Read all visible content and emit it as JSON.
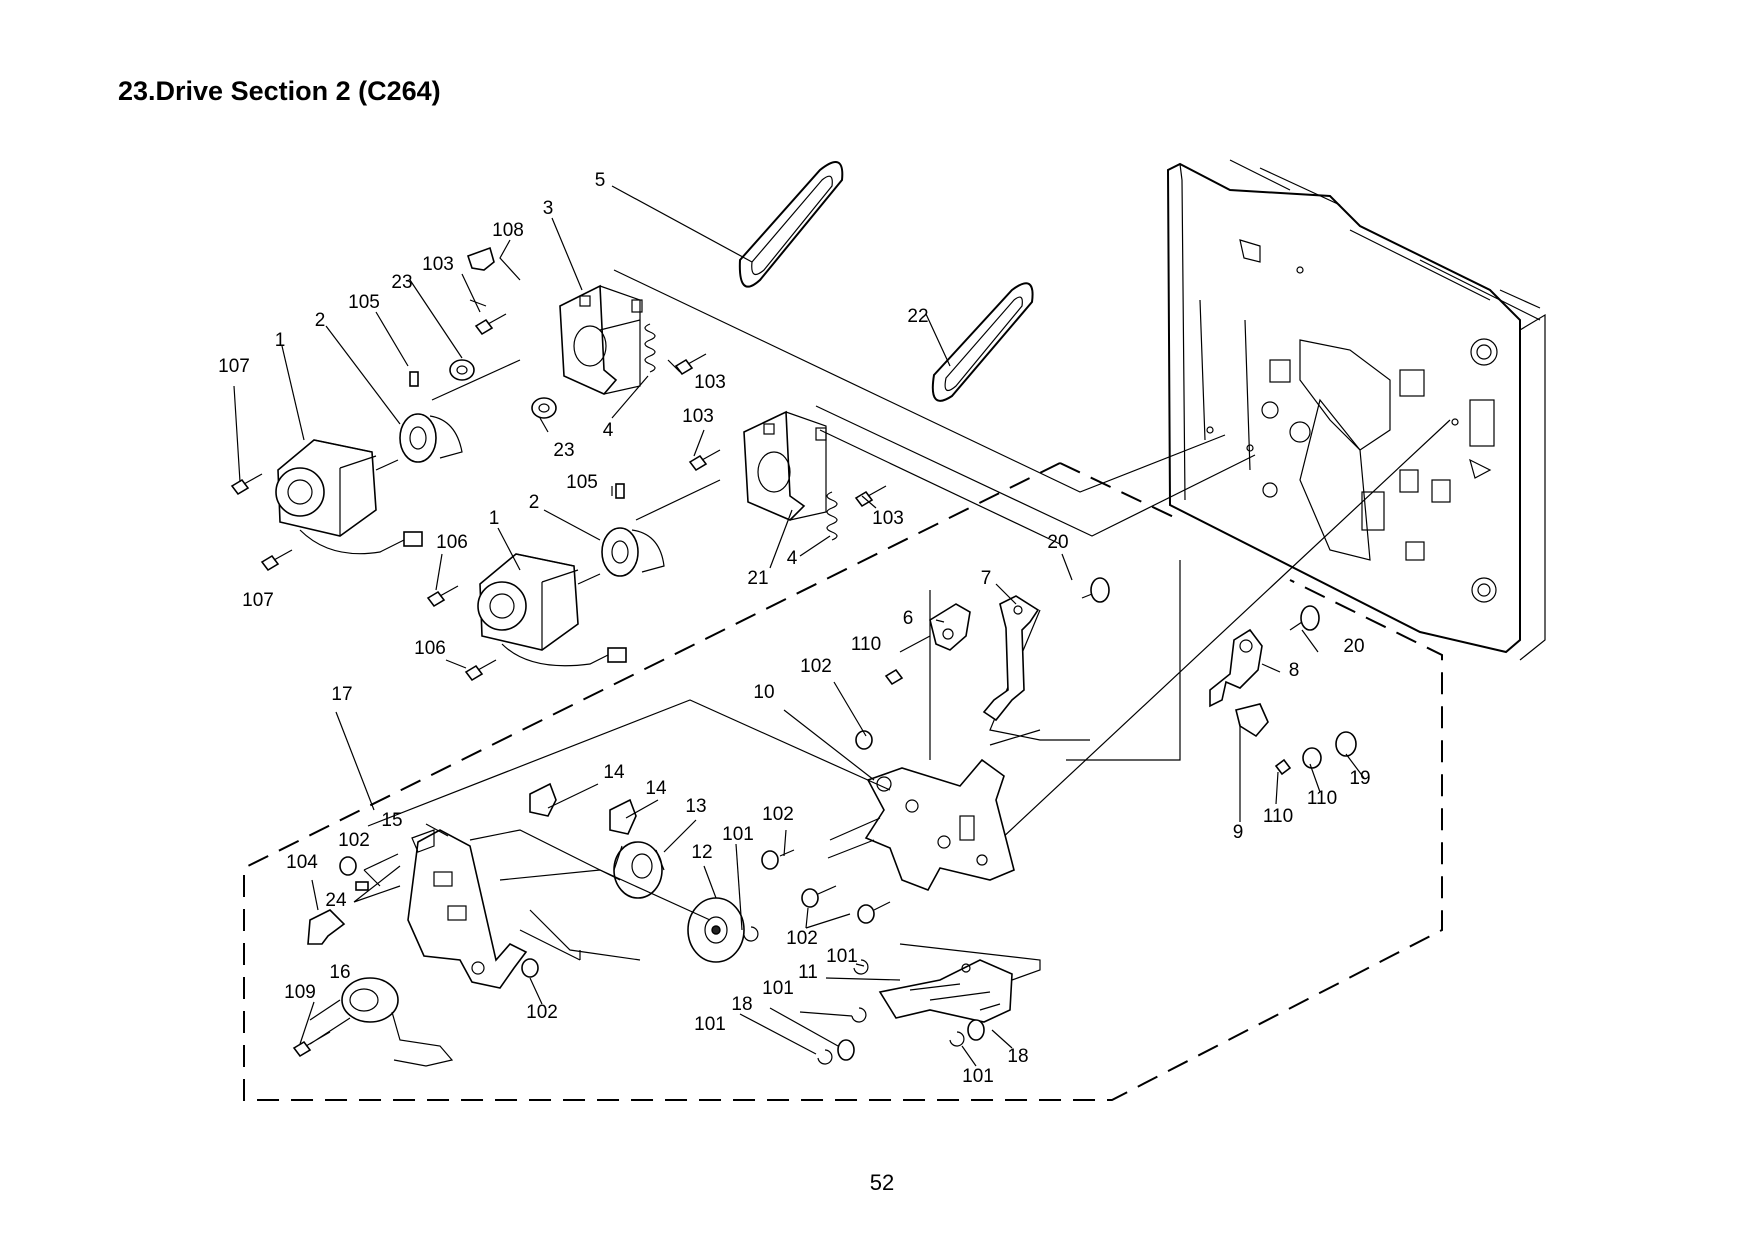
{
  "page": {
    "title": "23.Drive Section 2 (C264)",
    "page_number": "52"
  },
  "callouts": [
    {
      "id": "c5",
      "text": "5"
    },
    {
      "id": "c3",
      "text": "3"
    },
    {
      "id": "c108",
      "text": "108"
    },
    {
      "id": "c103a",
      "text": "103"
    },
    {
      "id": "c23a",
      "text": "23"
    },
    {
      "id": "c105a",
      "text": "105"
    },
    {
      "id": "c2a",
      "text": "2"
    },
    {
      "id": "c1a",
      "text": "1"
    },
    {
      "id": "c107a",
      "text": "107"
    },
    {
      "id": "c103b",
      "text": "103"
    },
    {
      "id": "c4a",
      "text": "4"
    },
    {
      "id": "c23b",
      "text": "23"
    },
    {
      "id": "c22",
      "text": "22"
    },
    {
      "id": "c103c",
      "text": "103"
    },
    {
      "id": "c105b",
      "text": "105"
    },
    {
      "id": "c2b",
      "text": "2"
    },
    {
      "id": "c1b",
      "text": "1"
    },
    {
      "id": "c103d",
      "text": "103"
    },
    {
      "id": "c4b",
      "text": "4"
    },
    {
      "id": "c21",
      "text": "21"
    },
    {
      "id": "c106a",
      "text": "106"
    },
    {
      "id": "c107b",
      "text": "107"
    },
    {
      "id": "c106b",
      "text": "106"
    },
    {
      "id": "c20a",
      "text": "20"
    },
    {
      "id": "c7",
      "text": "7"
    },
    {
      "id": "c6",
      "text": "6"
    },
    {
      "id": "c110a",
      "text": "110"
    },
    {
      "id": "c20b",
      "text": "20"
    },
    {
      "id": "c8",
      "text": "8"
    },
    {
      "id": "c17",
      "text": "17"
    },
    {
      "id": "c102a",
      "text": "102"
    },
    {
      "id": "c10",
      "text": "10"
    },
    {
      "id": "c14a",
      "text": "14"
    },
    {
      "id": "c14b",
      "text": "14"
    },
    {
      "id": "c13",
      "text": "13"
    },
    {
      "id": "c15",
      "text": "15"
    },
    {
      "id": "c102b",
      "text": "102"
    },
    {
      "id": "c101a",
      "text": "101"
    },
    {
      "id": "c12",
      "text": "12"
    },
    {
      "id": "c102c",
      "text": "102"
    },
    {
      "id": "c104",
      "text": "104"
    },
    {
      "id": "c24",
      "text": "24"
    },
    {
      "id": "c19",
      "text": "19"
    },
    {
      "id": "c110b",
      "text": "110"
    },
    {
      "id": "c9",
      "text": "9"
    },
    {
      "id": "c110c",
      "text": "110"
    },
    {
      "id": "c102d",
      "text": "102"
    },
    {
      "id": "c101b",
      "text": "101"
    },
    {
      "id": "c11",
      "text": "11"
    },
    {
      "id": "c16",
      "text": "16"
    },
    {
      "id": "c109",
      "text": "109"
    },
    {
      "id": "c102e",
      "text": "102"
    },
    {
      "id": "c101c",
      "text": "101"
    },
    {
      "id": "c18a",
      "text": "18"
    },
    {
      "id": "c101d",
      "text": "101"
    },
    {
      "id": "c18b",
      "text": "18"
    },
    {
      "id": "c101e",
      "text": "101"
    }
  ]
}
